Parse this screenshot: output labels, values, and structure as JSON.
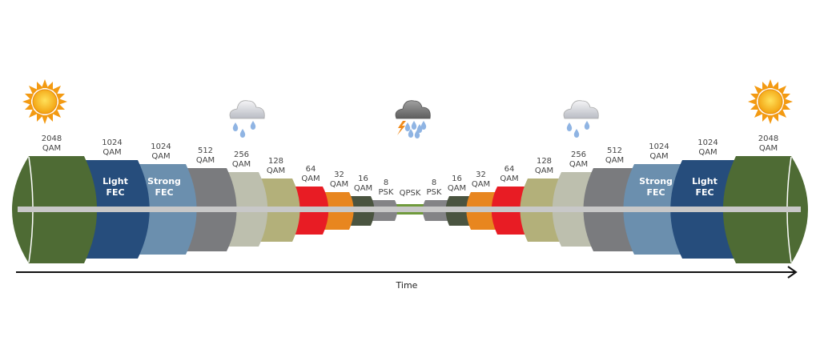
{
  "title_axis": "Time",
  "center": {
    "label": "QPSK",
    "color": "#6f9a3c"
  },
  "segments_outer_to_inner": [
    {
      "top": "2048",
      "bottom": "QAM",
      "inner": [
        "",
        ""
      ],
      "color": "#4e6b34"
    },
    {
      "top": "1024",
      "bottom": "QAM",
      "inner": [
        "Light",
        "FEC"
      ],
      "color": "#264d7c"
    },
    {
      "top": "1024",
      "bottom": "QAM",
      "inner": [
        "Strong",
        "FEC"
      ],
      "color": "#6b8fae"
    },
    {
      "top": "512",
      "bottom": "QAM",
      "inner": [
        "",
        ""
      ],
      "color": "#7a7b7e"
    },
    {
      "top": "256",
      "bottom": "QAM",
      "inner": [
        "",
        ""
      ],
      "color": "#bdbfae"
    },
    {
      "top": "128",
      "bottom": "QAM",
      "inner": [
        "",
        ""
      ],
      "color": "#b3b07a"
    },
    {
      "top": "64",
      "bottom": "QAM",
      "inner": [
        "",
        ""
      ],
      "color": "#e81c24"
    },
    {
      "top": "32",
      "bottom": "QAM",
      "inner": [
        "",
        ""
      ],
      "color": "#e8861f"
    },
    {
      "top": "16",
      "bottom": "QAM",
      "inner": [
        "",
        ""
      ],
      "color": "#4a5440"
    },
    {
      "top": "8",
      "bottom": "PSK",
      "inner": [
        "",
        ""
      ],
      "color": "#838386"
    }
  ],
  "weather": [
    "sun-icon",
    "cloud-rain-icon",
    "storm-icon",
    "cloud-rain-icon",
    "sun-icon"
  ],
  "colors": {
    "bar": "#c8c8c8",
    "arrow": "#111111"
  }
}
